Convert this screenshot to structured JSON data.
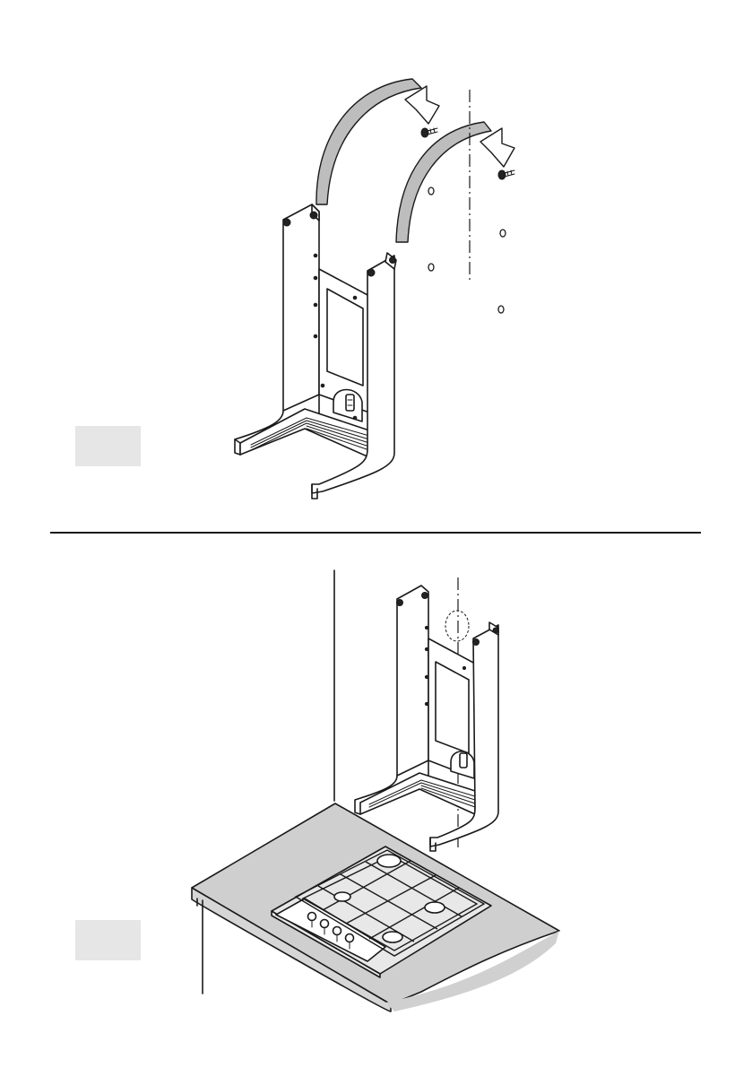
{
  "figure": {
    "steps": [
      {
        "id": "step-1",
        "label": "",
        "description_icons": [
          "bracket-frame",
          "rotate-arrow-icon",
          "screw-icon",
          "centerline",
          "wall-holes"
        ]
      },
      {
        "id": "step-2",
        "label": "",
        "description_icons": [
          "wall-corner",
          "bracket-frame",
          "centerline",
          "countertop",
          "gas-hob"
        ]
      }
    ]
  },
  "colors": {
    "step_box": "#e6e6e6",
    "arrow_fill": "#bdbdbd",
    "counter_fill": "#cfcfcf",
    "line": "#1a1a1a"
  }
}
